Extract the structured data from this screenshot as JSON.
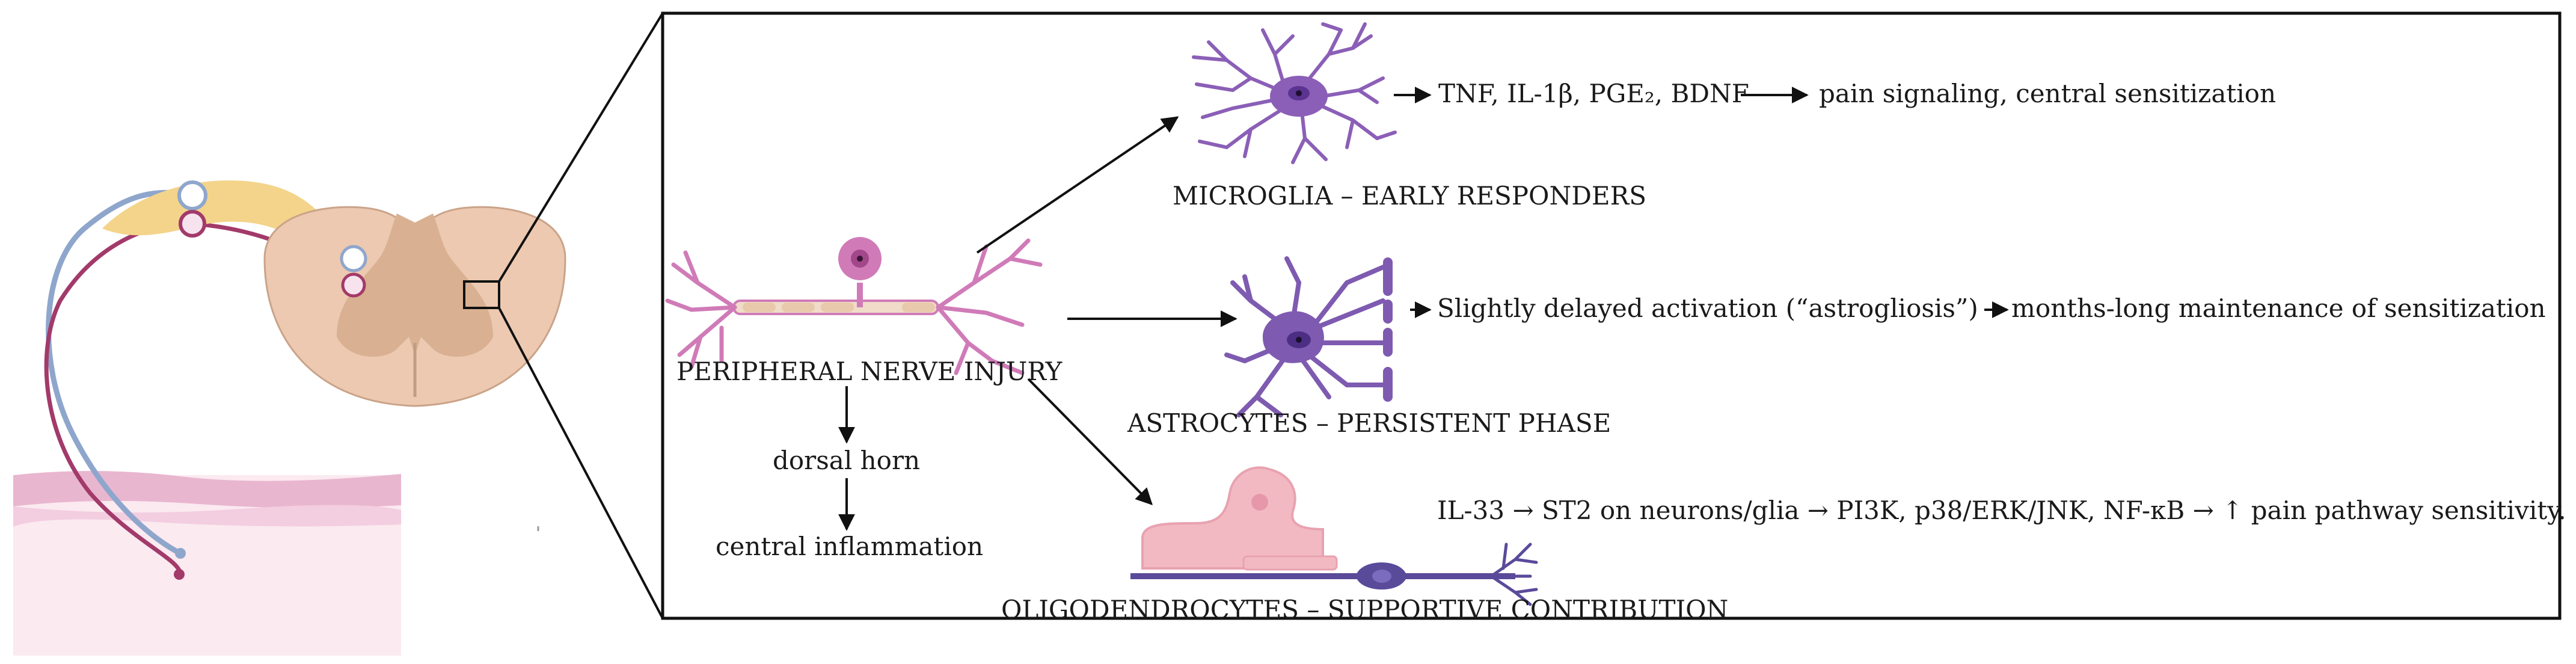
{
  "labels": {
    "peripheral_injury": "PERIPHERAL NERVE INJURY",
    "dorsal_horn": "dorsal horn",
    "central_inflammation": "central inflammation",
    "microglia_title": "MICROGLIA – EARLY RESPONDERS",
    "microglia_mediators": "TNF, IL-1β, PGE₂, BDNF",
    "microglia_outcome": "pain signaling, central sensitization",
    "astrocytes_title": "ASTROCYTES – PERSISTENT PHASE",
    "astrocytes_activation": "Slightly delayed activation (“astrogliosis”)",
    "astrocytes_outcome": "months-long maintenance of sensitization",
    "oligo_title": "OLIGODENDROCYTES – SUPPORTIVE CONTRIBUTION",
    "oligo_pathway": "IL-33 → ST2 on neurons/glia → PI3K, p38/ERK/JNK, NF-κB → ↑ pain pathway sensitivity."
  },
  "colors": {
    "skin_pink": "#e9b6cf",
    "skin_light": "#fbeaf0",
    "spinal_cord": "#ecc9b0",
    "grey_matter": "#d9b092",
    "ganglion_yellow": "#f3d48a",
    "nerve_blue": "#8fa6cc",
    "nerve_maroon": "#a23a6a",
    "neuron_pink": "#d07bb8",
    "microglia": "#8b5fb7",
    "astrocyte": "#7e5bb0",
    "oligo_pink": "#f2b9c2",
    "oligo_axon": "#5a4a9a",
    "box_border": "#111111"
  }
}
